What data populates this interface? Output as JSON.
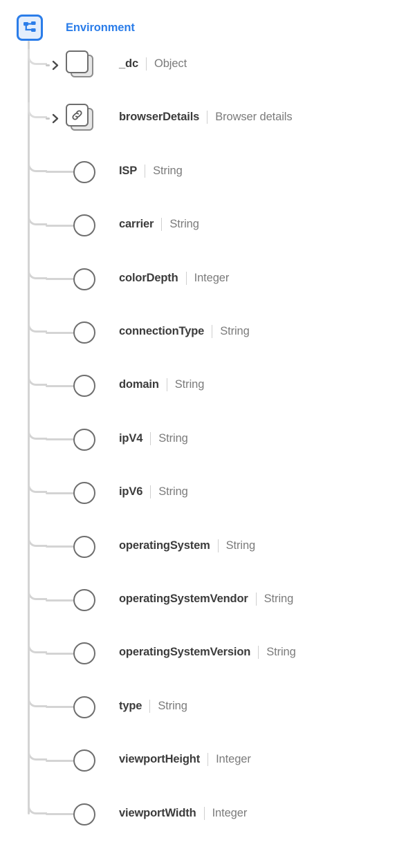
{
  "root": {
    "label": "Environment",
    "icon": "hierarchy-icon",
    "accent_color": "#2b7de9",
    "icon_fill": "#e4eefc"
  },
  "theme": {
    "background": "#ffffff",
    "line_color": "#d4d4d4",
    "name_color": "#3c3c3c",
    "type_color": "#7b7b7b",
    "node_stroke": "#6e6e6e"
  },
  "fields": [
    {
      "name": "_dc",
      "type": "Object",
      "node": "stack",
      "glyph": "object-icon",
      "expandable": true,
      "expanded": false
    },
    {
      "name": "browserDetails",
      "type": "Browser details",
      "node": "stack",
      "glyph": "link-icon",
      "expandable": true,
      "expanded": false
    },
    {
      "name": "ISP",
      "type": "String",
      "node": "circle",
      "glyph": "circle-icon",
      "expandable": false,
      "expanded": false
    },
    {
      "name": "carrier",
      "type": "String",
      "node": "circle",
      "glyph": "circle-icon",
      "expandable": false,
      "expanded": false
    },
    {
      "name": "colorDepth",
      "type": "Integer",
      "node": "circle",
      "glyph": "circle-icon",
      "expandable": false,
      "expanded": false
    },
    {
      "name": "connectionType",
      "type": "String",
      "node": "circle",
      "glyph": "circle-icon",
      "expandable": false,
      "expanded": false
    },
    {
      "name": "domain",
      "type": "String",
      "node": "circle",
      "glyph": "circle-icon",
      "expandable": false,
      "expanded": false
    },
    {
      "name": "ipV4",
      "type": "String",
      "node": "circle",
      "glyph": "circle-icon",
      "expandable": false,
      "expanded": false
    },
    {
      "name": "ipV6",
      "type": "String",
      "node": "circle",
      "glyph": "circle-icon",
      "expandable": false,
      "expanded": false
    },
    {
      "name": "operatingSystem",
      "type": "String",
      "node": "circle",
      "glyph": "circle-icon",
      "expandable": false,
      "expanded": false
    },
    {
      "name": "operatingSystemVendor",
      "type": "String",
      "node": "circle",
      "glyph": "circle-icon",
      "expandable": false,
      "expanded": false
    },
    {
      "name": "operatingSystemVersion",
      "type": "String",
      "node": "circle",
      "glyph": "circle-icon",
      "expandable": false,
      "expanded": false
    },
    {
      "name": "type",
      "type": "String",
      "node": "circle",
      "glyph": "circle-icon",
      "expandable": false,
      "expanded": false
    },
    {
      "name": "viewportHeight",
      "type": "Integer",
      "node": "circle",
      "glyph": "circle-icon",
      "expandable": false,
      "expanded": false
    },
    {
      "name": "viewportWidth",
      "type": "Integer",
      "node": "circle",
      "glyph": "circle-icon",
      "expandable": false,
      "expanded": false
    }
  ]
}
